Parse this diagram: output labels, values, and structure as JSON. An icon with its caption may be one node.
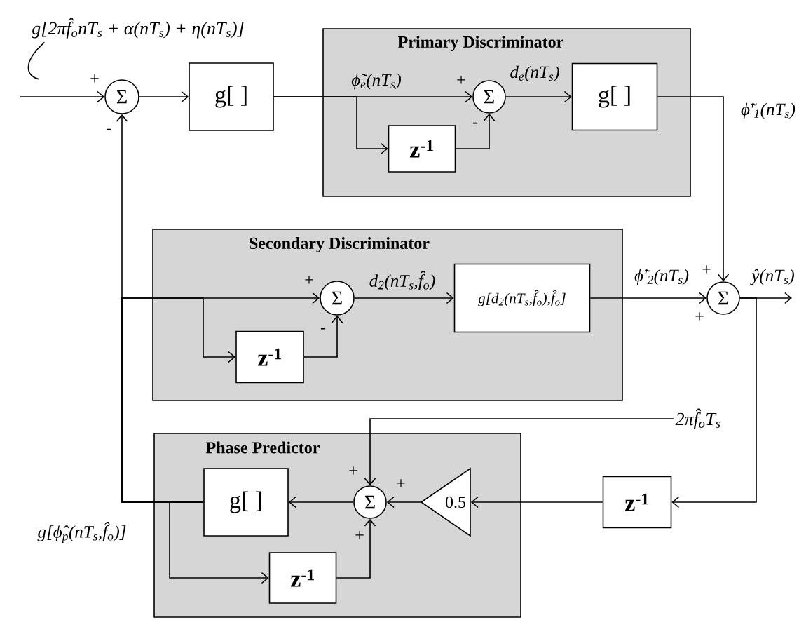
{
  "diagram": {
    "nodes": [
      {
        "text": [
          "g[2πf̂$_{o}$nT$_{s}$ + α(nT$_{s}$) + η(nT$_{s}$)]"
        ]
      },
      {
        "text": [
          "Σ"
        ]
      },
      {
        "text": [
          "g[ ]"
        ]
      },
      {
        "text": [
          "Primary Discriminator"
        ]
      },
      {
        "text": [
          "Σ"
        ],
        "in": 3
      },
      {
        "text": [
          "g[ ]"
        ],
        "in": 3
      },
      {
        "text": [
          "z$^{-1}$"
        ],
        "in": 3
      },
      {
        "text": [
          "Σ"
        ]
      },
      {
        "text": [
          "Secondary Discriminator"
        ]
      },
      {
        "text": [
          "Σ"
        ],
        "in": 8
      },
      {
        "text": [
          "g[d$_{2}$(nT$_{s}$,f̂$_{o}$),f̂$_{o}$]"
        ],
        "in": 8
      },
      {
        "text": [
          "z$^{-1}$"
        ],
        "in": 8
      },
      {
        "text": [
          "2πf̂$_{o}$T$_{s}$"
        ]
      },
      {
        "text": [
          "Phase Predictor"
        ]
      },
      {
        "text": [
          "g[ ]"
        ],
        "in": 13
      },
      {
        "text": [
          "Σ"
        ],
        "in": 13
      },
      {
        "text": [
          "0.5"
        ],
        "in": 13
      },
      {
        "text": [
          "z$^{-1}$"
        ],
        "in": 13
      },
      {
        "text": [
          "z$^{-1}$"
        ]
      }
    ],
    "edges": [
      {
        "from": null,
        "to": 1,
        "arrow": "to"
      },
      {
        "from": 0,
        "to": null,
        "arrow": "none"
      },
      {
        "from": 1,
        "to": 2,
        "arrow": "to"
      },
      {
        "from": 2,
        "to": 4,
        "arrow": "to",
        "label": "ϕ̃$_{e}$(nT$_{s}$)"
      },
      {
        "from": 2,
        "to": 6,
        "arrow": "to"
      },
      {
        "from": 6,
        "to": 4,
        "arrow": "to"
      },
      {
        "from": 4,
        "to": 5,
        "arrow": "to",
        "label": "d$_{e}$(nT$_{s}$)"
      },
      {
        "from": 5,
        "to": 7,
        "arrow": "to",
        "label": "ϕ̃′$_{1}$(nT$_{s}$)"
      },
      {
        "from": 14,
        "to": 1,
        "arrow": "to",
        "label": "g[ϕ̂$_{p}$(nT$_{s}$,f̂$_{o}$)]"
      },
      {
        "from": 14,
        "to": 9,
        "arrow": "to"
      },
      {
        "from": 14,
        "to": 11,
        "arrow": "to"
      },
      {
        "from": 14,
        "to": 17,
        "arrow": "to"
      },
      {
        "from": 9,
        "to": 10,
        "arrow": "to",
        "label": "d$_{2}$(nT$_{s}$,f̂$_{o}$)"
      },
      {
        "from": 11,
        "to": 9,
        "arrow": "to"
      },
      {
        "from": 10,
        "to": 7,
        "arrow": "to",
        "label": "ϕ̃′$_{2}$(nT$_{s}$)"
      },
      {
        "from": 7,
        "to": null,
        "arrow": "to",
        "label": "ŷ(nT$_{s}$)"
      },
      {
        "from": 7,
        "to": 18,
        "arrow": "to"
      },
      {
        "from": 18,
        "to": 16,
        "arrow": "to"
      },
      {
        "from": 16,
        "to": 15,
        "arrow": "to"
      },
      {
        "from": 15,
        "to": 14,
        "arrow": "to"
      },
      {
        "from": 17,
        "to": 15,
        "arrow": "to"
      },
      {
        "from": 12,
        "to": 15,
        "arrow": "to"
      }
    ],
    "labels": [
      "+",
      "-",
      "+",
      "-",
      "+",
      "+",
      "+",
      "-",
      "+",
      "+",
      "+"
    ]
  }
}
